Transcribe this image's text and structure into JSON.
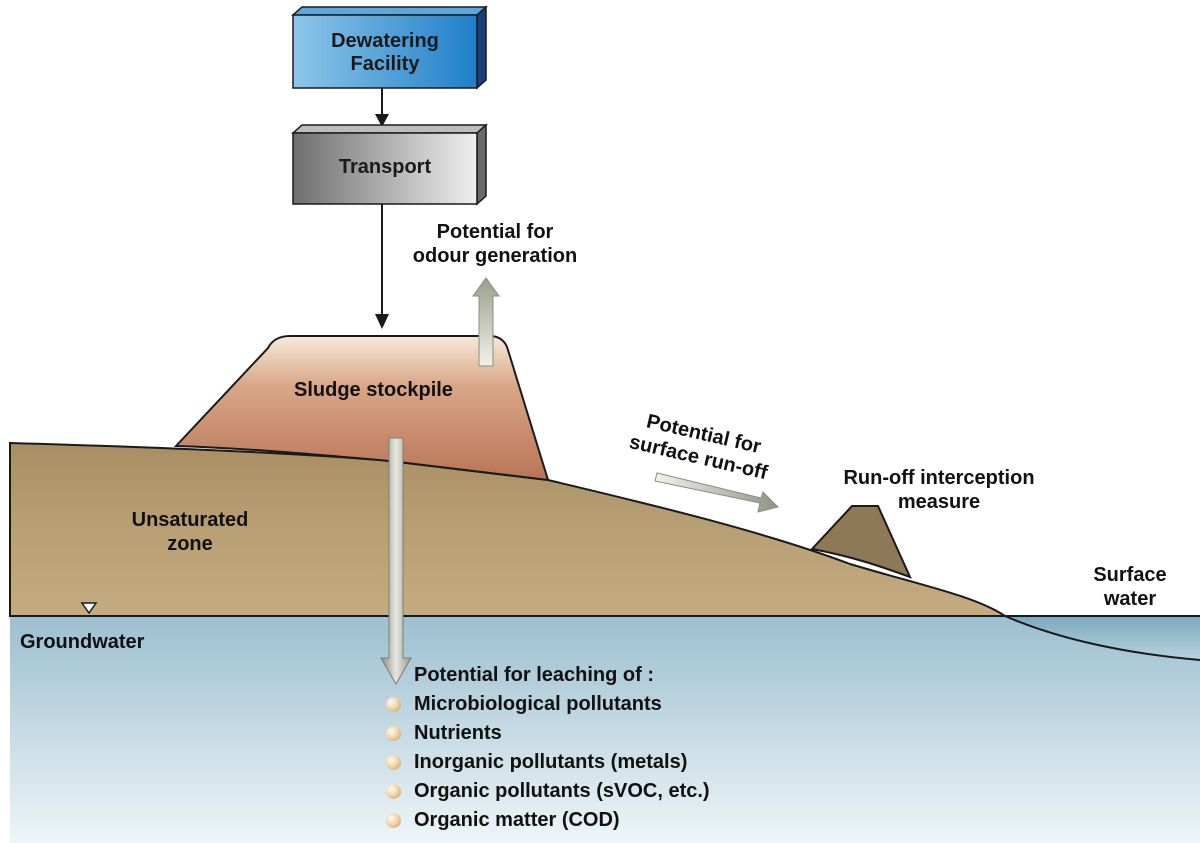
{
  "facility": {
    "dewatering_label": "Dewatering\nFacility",
    "transport_label": "Transport"
  },
  "labels": {
    "odour": "Potential for\nodour generation",
    "stockpile": "Sludge stockpile",
    "runoff_potential": "Potential for\nsurface run-off",
    "interception": "Run-off interception\nmeasure",
    "unsaturated": "Unsaturated\nzone",
    "groundwater": "Groundwater",
    "surface_water": "Surface\nwater",
    "leaching_title": "Potential for leaching of :"
  },
  "leaching_items": [
    "Microbiological pollutants",
    "Nutrients",
    "Inorganic pollutants (metals)",
    "Organic pollutants (sVOC, etc.)",
    "Organic matter (COD)"
  ],
  "colors": {
    "dewatering_box": "#2f8fd0",
    "transport_box": "#8a8a8a",
    "stockpile": "#c98b6e",
    "soil": "#b59a6e",
    "groundwater": "#a8c8d8",
    "surface_water": "#7fb0c4",
    "interception": "#8f7a5c"
  }
}
